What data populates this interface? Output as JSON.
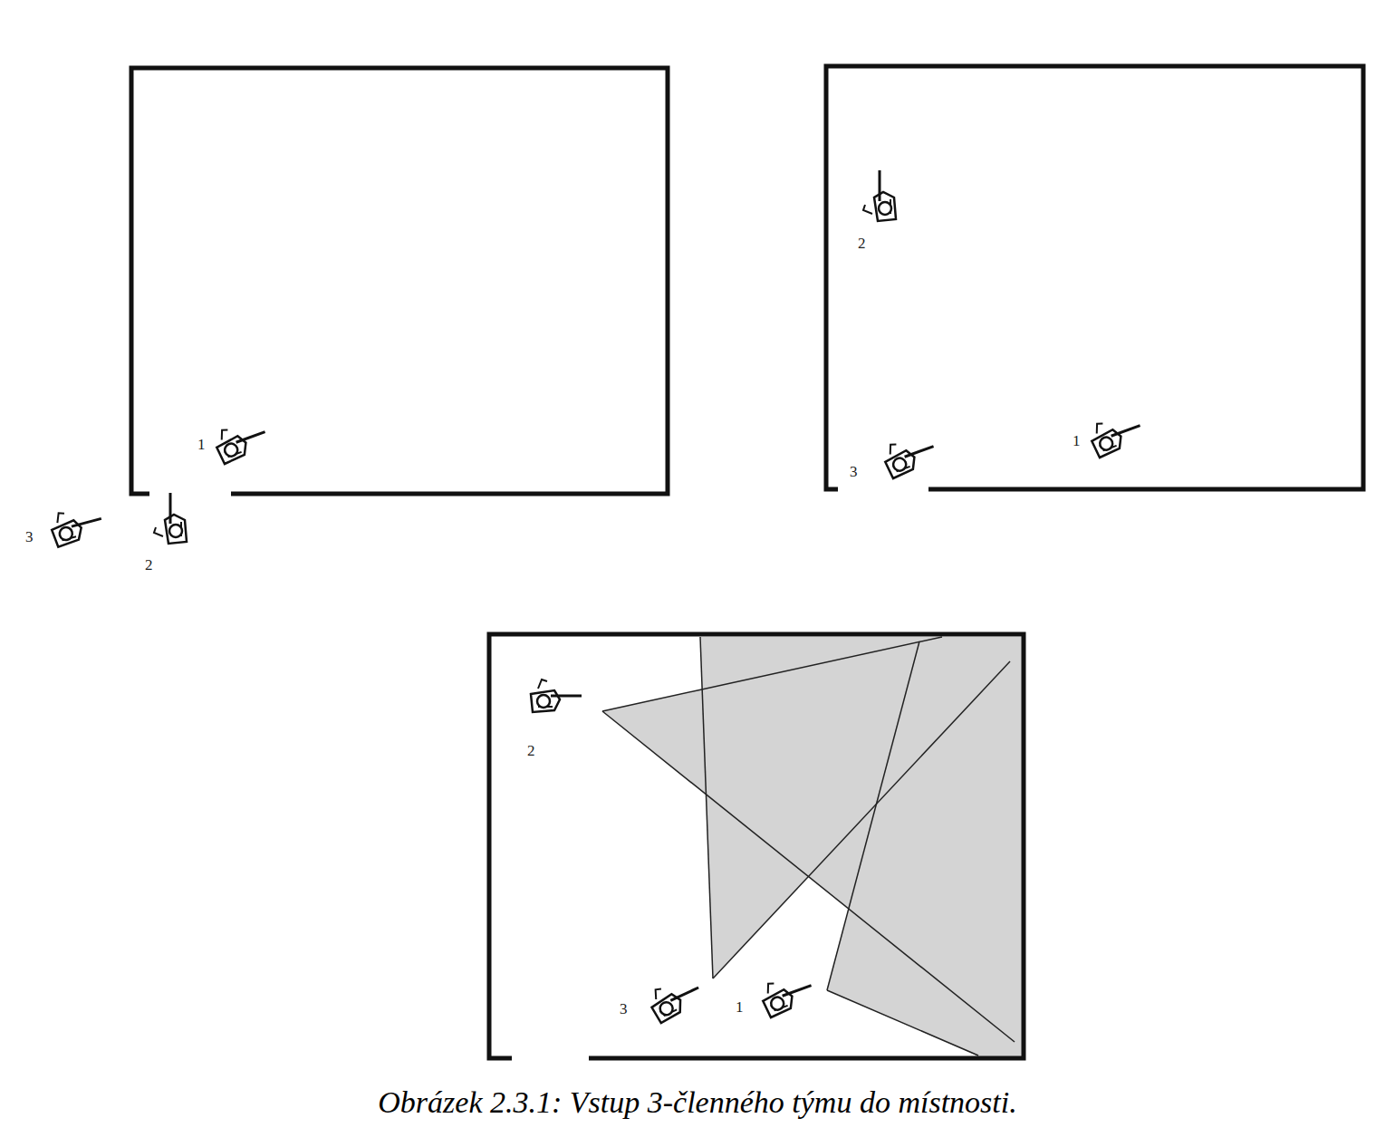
{
  "diagram": {
    "caption": "Obrázek 2.3.1: Vstup 3-členného týmu do místnosti.",
    "labels": [
      "1",
      "3",
      "2",
      "2",
      "3",
      "1",
      "2",
      "3",
      "1"
    ]
  }
}
